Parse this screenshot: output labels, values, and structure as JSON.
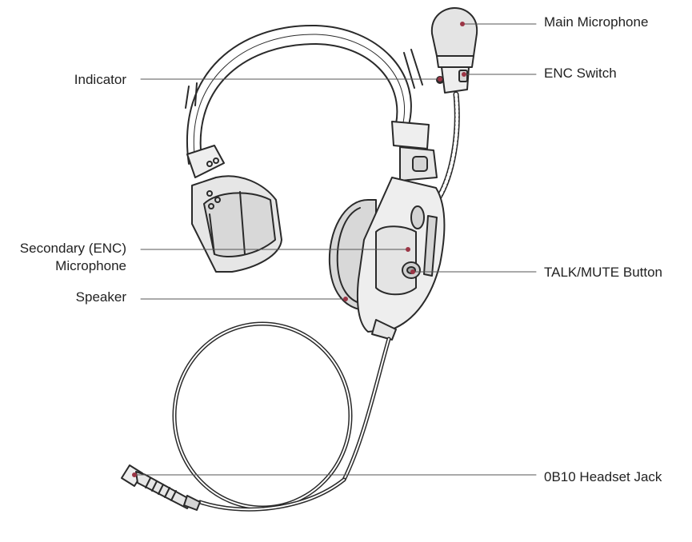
{
  "colors": {
    "outline": "#2a2a2a",
    "body_fill": "#eeeeee",
    "shade_fill": "#d4d4d4",
    "leader_line": "#555555",
    "leader_dot": "#9b3545"
  },
  "callouts": {
    "main_microphone": "Main Microphone",
    "enc_switch": "ENC Switch",
    "indicator": "Indicator",
    "secondary_mic_line1": "Secondary (ENC)",
    "secondary_mic_line2": "Microphone",
    "talk_mute_button": "TALK/MUTE Button",
    "speaker": "Speaker",
    "headset_jack": "0B10 Headset Jack"
  }
}
